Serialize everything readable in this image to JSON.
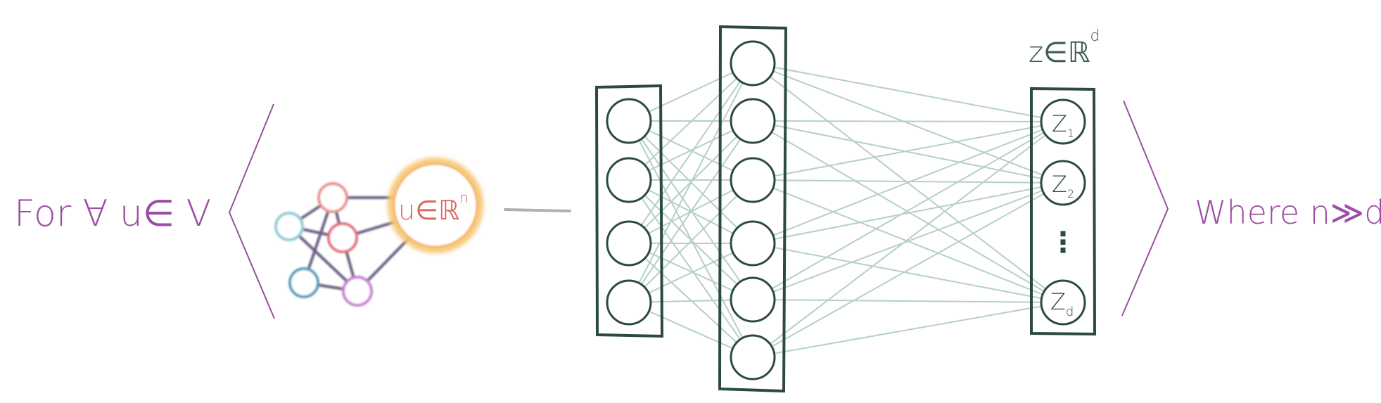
{
  "left_label": {
    "text": "For ∀ u∈ V",
    "color": "#9b4fa0"
  },
  "right_label": {
    "text": "Where n≫d",
    "color": "#9b4fa0"
  },
  "bracket_color": "#9b4fa0",
  "input_vector": {
    "base": "u∈ℝ",
    "sup": "n",
    "color": "#d76a5c",
    "halo": "#f8c777"
  },
  "graph": {
    "nodes": [
      {
        "id": "a",
        "color": "#e88f8c"
      },
      {
        "id": "b",
        "color": "#8fcbd6"
      },
      {
        "id": "c",
        "color": "#e06b7a"
      },
      {
        "id": "d",
        "color": "#4d9bbd"
      },
      {
        "id": "e",
        "color": "#c77ed8"
      }
    ],
    "edge_color": "#6b5f82"
  },
  "network": {
    "stroke": "#2c4a45",
    "edge_color": "#b6cfc8",
    "arrow_color": "#b0b0b0",
    "layers": [
      {
        "name": "input",
        "nodes": 4
      },
      {
        "name": "hidden",
        "nodes": 6
      },
      {
        "name": "output",
        "nodes": [
          "z1",
          "z2",
          "dots",
          "zd"
        ]
      }
    ]
  },
  "output_space": {
    "base": "z∈ℝ",
    "sup": "d",
    "color": "#3f5c57"
  },
  "output_labels": {
    "z1": {
      "base": "Z",
      "sub": "1"
    },
    "z2": {
      "base": "Z",
      "sub": "2"
    },
    "dots": "⋮",
    "zd": {
      "base": "Z",
      "sub": "d"
    }
  }
}
